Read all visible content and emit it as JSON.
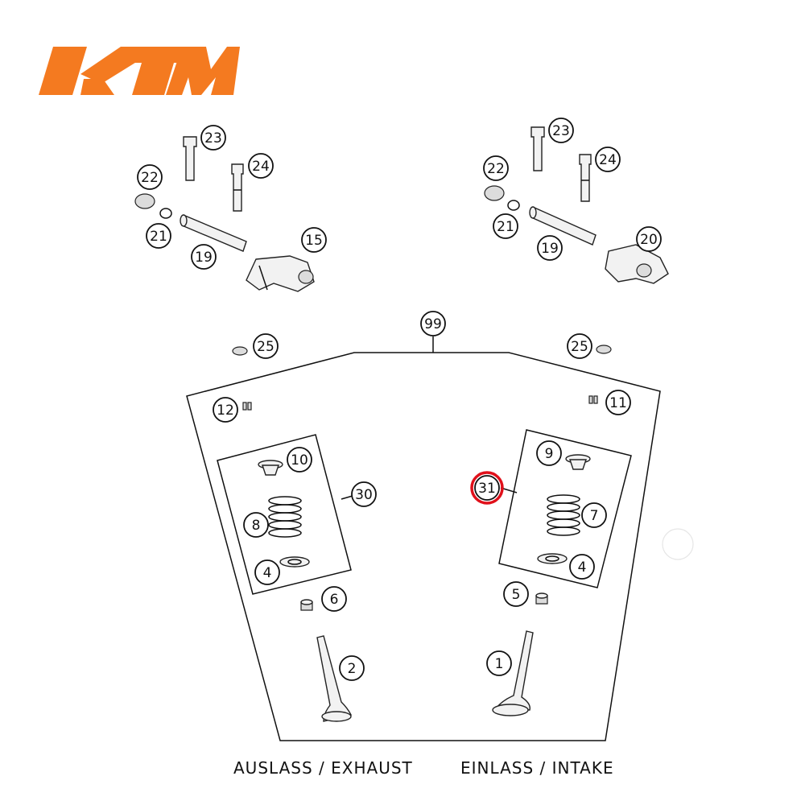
{
  "brand": {
    "logo_text": "KTM",
    "color": "#f47a20"
  },
  "captions": {
    "exhaust": "AUSLASS / EXHAUST",
    "intake": "EINLASS / INTAKE"
  },
  "callouts": [
    {
      "id": "23a",
      "label": "23"
    },
    {
      "id": "24a",
      "label": "24"
    },
    {
      "id": "22a",
      "label": "22"
    },
    {
      "id": "21a",
      "label": "21"
    },
    {
      "id": "19a",
      "label": "19"
    },
    {
      "id": "15",
      "label": "15"
    },
    {
      "id": "23b",
      "label": "23"
    },
    {
      "id": "24b",
      "label": "24"
    },
    {
      "id": "22b",
      "label": "22"
    },
    {
      "id": "21b",
      "label": "21"
    },
    {
      "id": "19b",
      "label": "19"
    },
    {
      "id": "20",
      "label": "20"
    },
    {
      "id": "99",
      "label": "99"
    },
    {
      "id": "25a",
      "label": "25"
    },
    {
      "id": "25b",
      "label": "25"
    },
    {
      "id": "12",
      "label": "12"
    },
    {
      "id": "11",
      "label": "11"
    },
    {
      "id": "10",
      "label": "10"
    },
    {
      "id": "30",
      "label": "30"
    },
    {
      "id": "8",
      "label": "8"
    },
    {
      "id": "4a",
      "label": "4"
    },
    {
      "id": "6",
      "label": "6"
    },
    {
      "id": "2",
      "label": "2"
    },
    {
      "id": "9",
      "label": "9"
    },
    {
      "id": "31",
      "label": "31",
      "highlighted": true
    },
    {
      "id": "7",
      "label": "7"
    },
    {
      "id": "4b",
      "label": "4"
    },
    {
      "id": "5",
      "label": "5"
    },
    {
      "id": "1",
      "label": "1"
    }
  ],
  "highlight_color": "#e0101a"
}
